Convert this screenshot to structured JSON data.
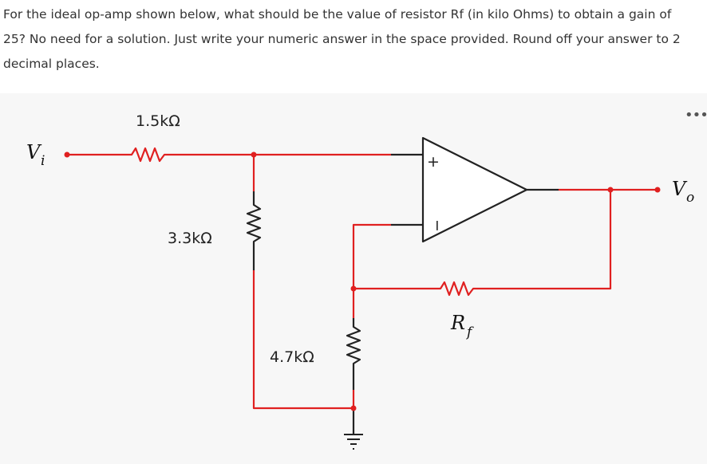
{
  "question": {
    "line1": "For the ideal op-amp shown below, what should be the value of resistor Rf (in kilo Ohms) to obtain a gain of",
    "line2": "25? No need for a solution. Just write your numeric answer in the space provided. Round off your answer to 2",
    "line3": "decimal places."
  },
  "circuit": {
    "input_label": "V",
    "input_subscript": "i",
    "output_label": "V",
    "output_subscript": "o",
    "r1_label": "1.5kΩ",
    "r2_label": "3.3kΩ",
    "r3_label": "4.7kΩ",
    "rf_label": "R",
    "rf_subscript": "f",
    "plus_sign": "+",
    "minus_sign": "−"
  },
  "colors": {
    "wire_red": "#e02020",
    "wire_dark": "#222222",
    "figure_bg": "#f7f7f7"
  },
  "icons": {
    "more": "more-horizontal-icon"
  }
}
